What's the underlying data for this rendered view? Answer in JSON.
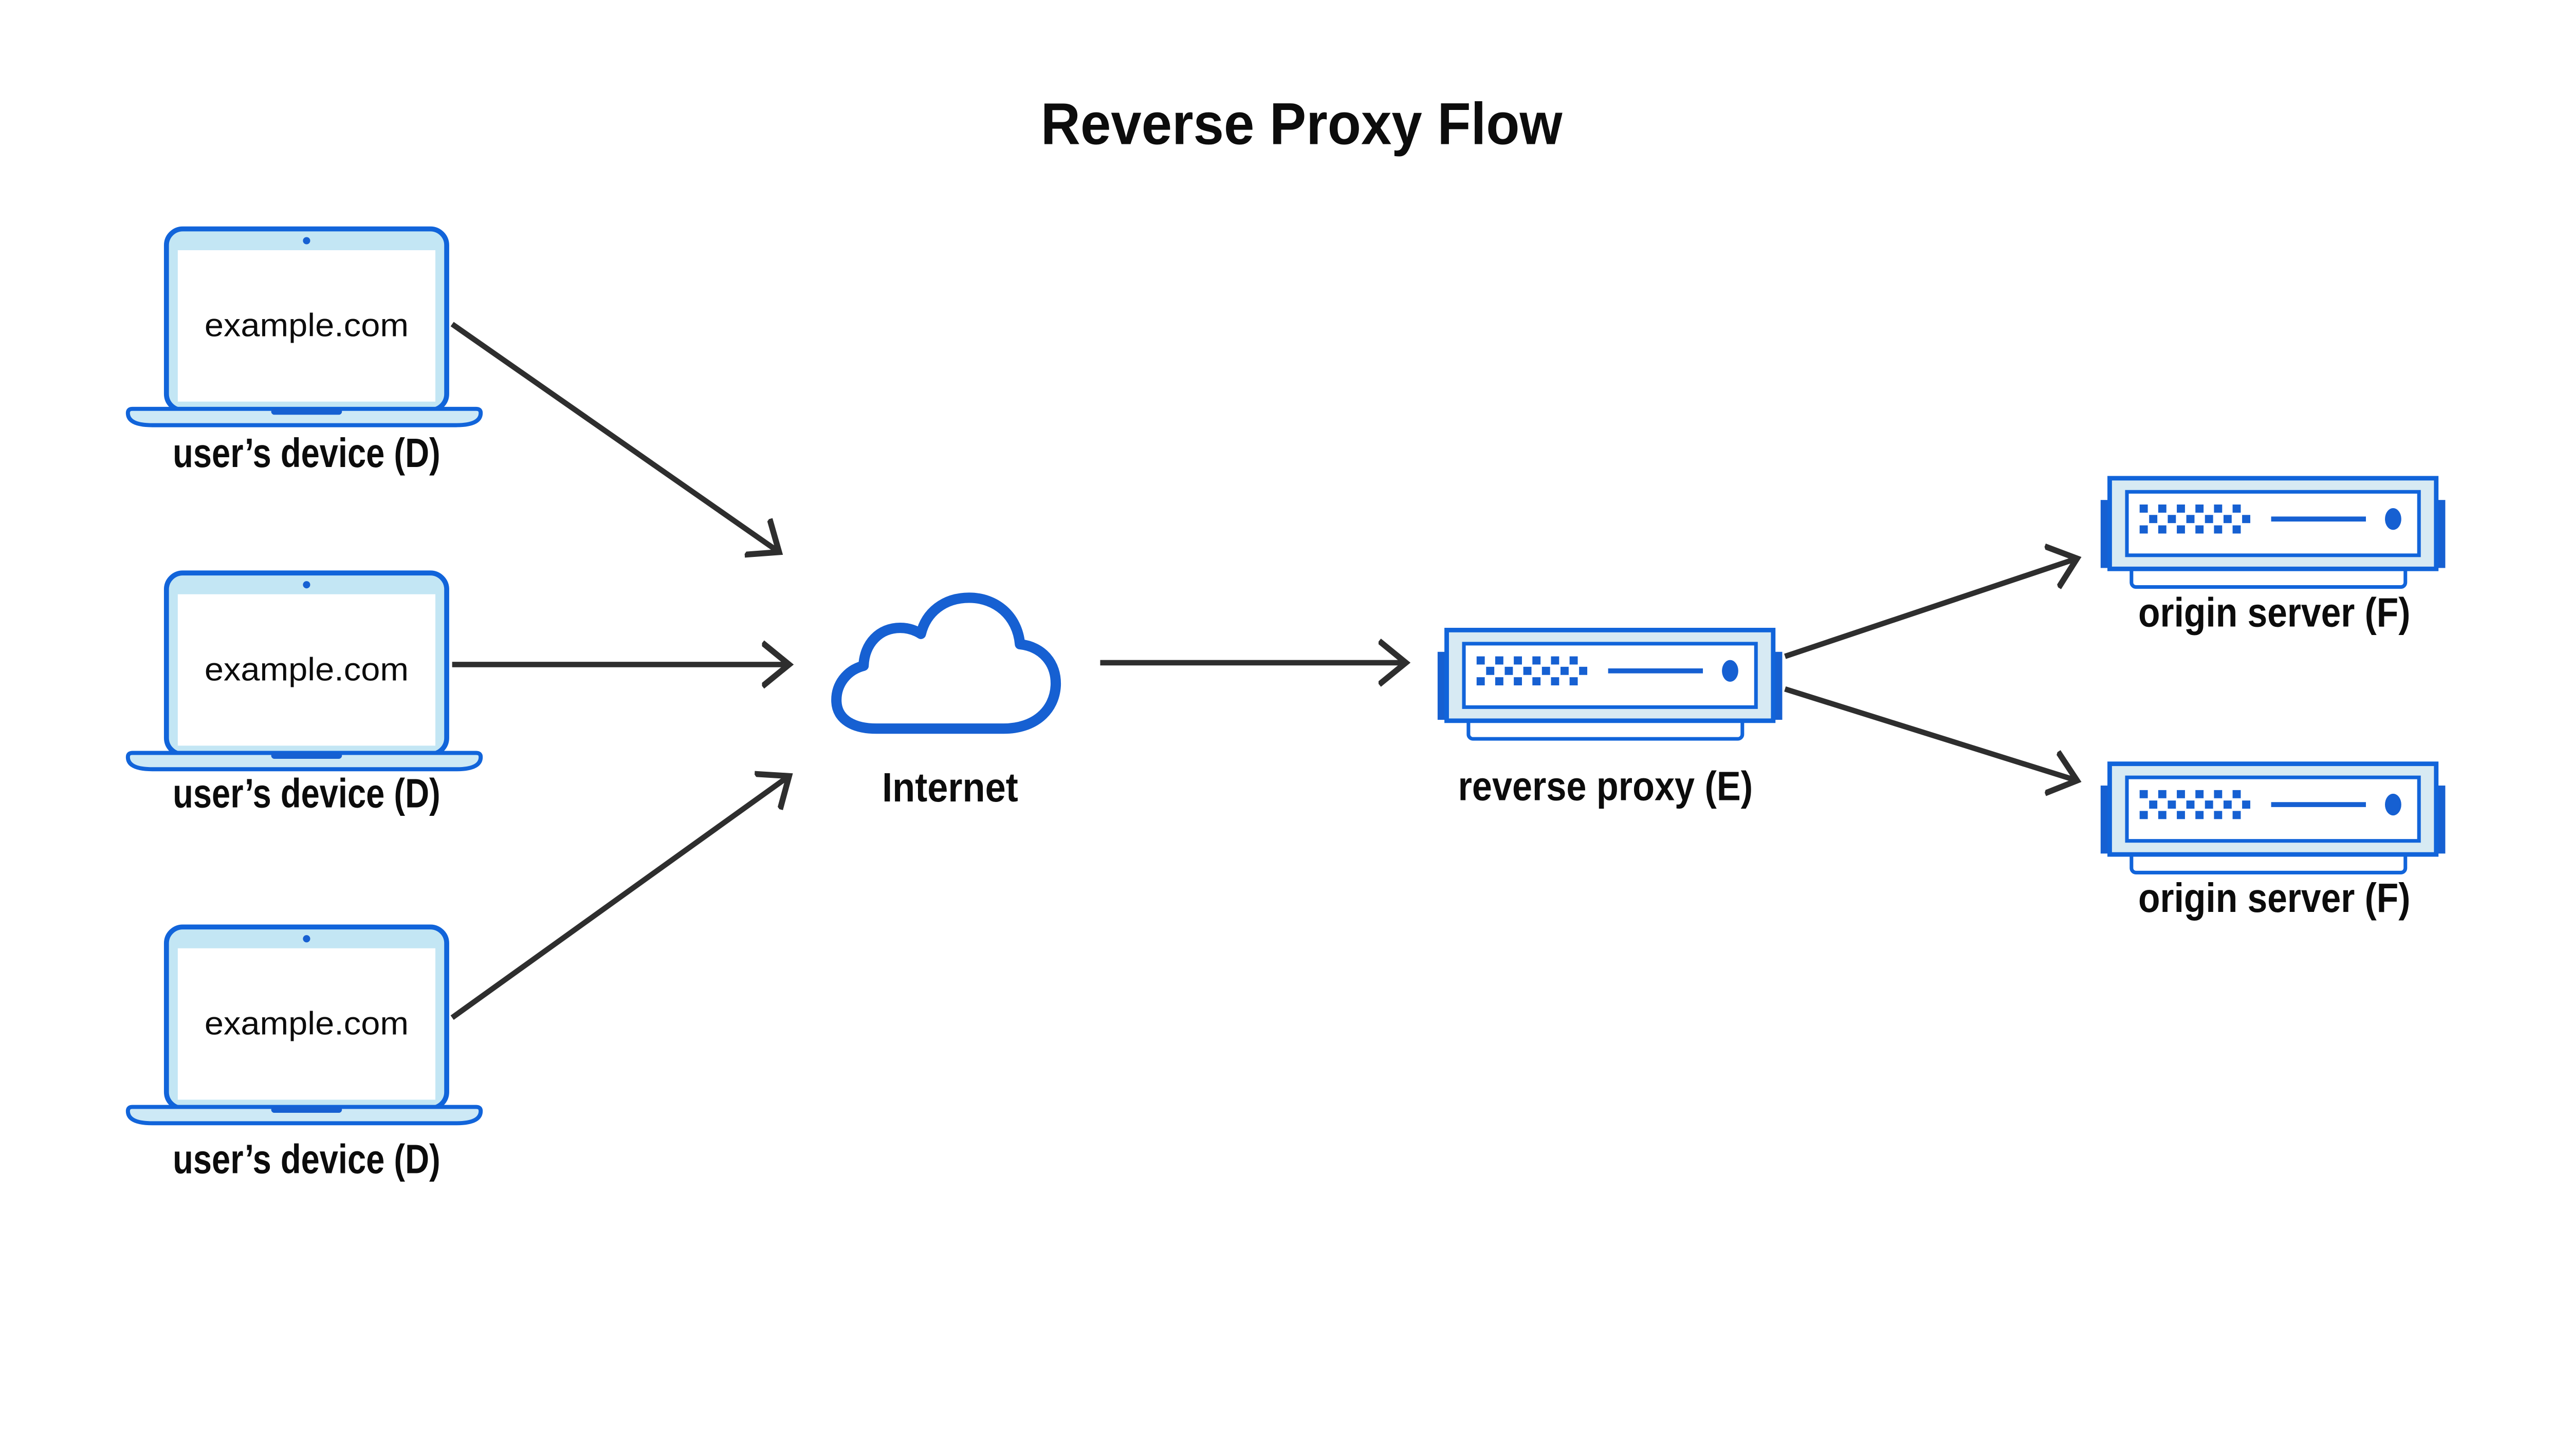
{
  "title": "Reverse Proxy Flow",
  "devices": [
    {
      "screen_text": "example.com",
      "label": "user’s device (D)"
    },
    {
      "screen_text": "example.com",
      "label": "user’s device (D)"
    },
    {
      "screen_text": "example.com",
      "label": "user’s device (D)"
    }
  ],
  "internet": {
    "label": "Internet"
  },
  "reverse_proxy": {
    "label": "reverse proxy (E)"
  },
  "origin_servers": [
    {
      "label": "origin server (F)"
    },
    {
      "label": "origin server (F)"
    }
  ],
  "colors": {
    "background": "#ffffff",
    "outline_blue": "#1164da",
    "solid_blue": "#1660d2",
    "laptop_fill": "#c3e6f4",
    "server_fill": "#d7eaf3",
    "base_fill": "#cde9f6",
    "arrow": "#2e2e2e",
    "text": "#0c0c0c"
  }
}
